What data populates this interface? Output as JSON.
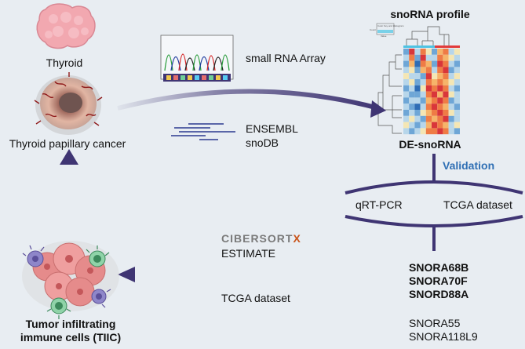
{
  "labels": {
    "thyroid": "Thyroid",
    "ptc": "Thyroid papillary cancer",
    "small_rna_array": "small RNA Array",
    "ensembl": "ENSEMBL",
    "snodb": "snoDB",
    "snorna_profile": "snoRNA profile",
    "heatmap_key_title": "Color Key and Histogram",
    "heatmap_key_label": "Count",
    "heatmap_key_value": "Value",
    "de_snorna": "DE-snoRNA",
    "validation": "Validation",
    "qrt_pcr": "qRT-PCR",
    "tcga_dataset_right": "TCGA dataset",
    "cibersort_main": "CIBERSORT",
    "cibersort_x": "X",
    "estimate": "ESTIMATE",
    "tcga_dataset_bottom": "TCGA dataset",
    "tiic_line1": "Tumor infiltrating",
    "tiic_line2": "immune cells (TIIC)",
    "sno_bold": [
      "SNORA68B",
      "SNORA70F",
      "SNORD88A"
    ],
    "sno_regular": [
      "SNORA55",
      "SNORA118L9"
    ]
  },
  "colors": {
    "background": "#e8edf2",
    "arrow": "#3f3573",
    "validation": "#2f6fb4",
    "thyroid_pink": "#f2a8b0",
    "cancer_tissue": "#e7b9a5",
    "tumor_red": "#e58b8b"
  },
  "icons": [
    "thyroid-icon",
    "cancer-tissue-icon",
    "chromatogram-icon",
    "sequence-lines-icon",
    "heatmap-icon",
    "tumor-cluster-icon"
  ]
}
